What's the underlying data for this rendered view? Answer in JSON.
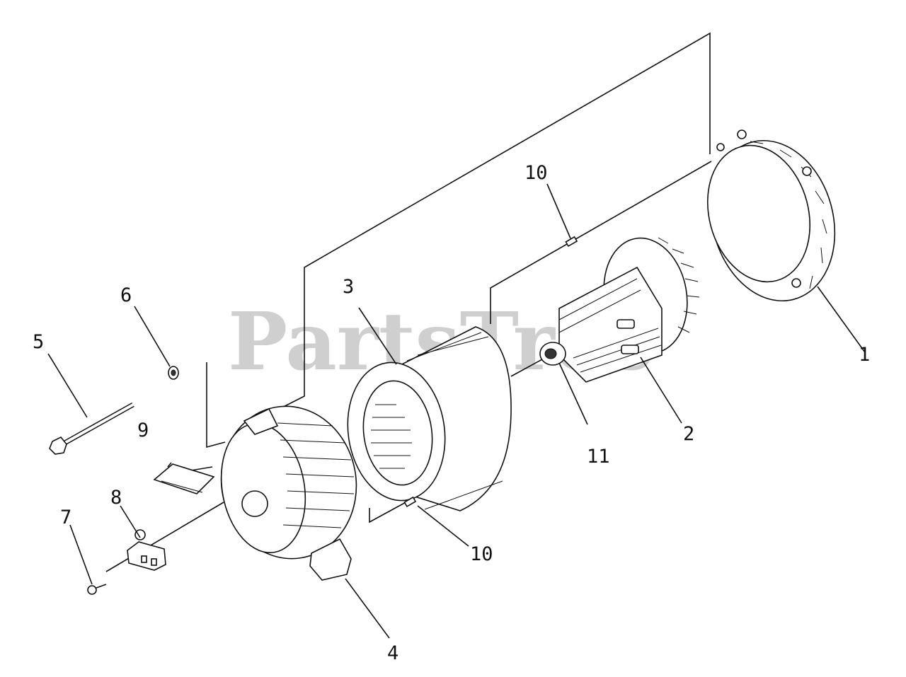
{
  "watermark": "PartsTree",
  "callouts": {
    "c1": "1",
    "c2": "2",
    "c3": "3",
    "c4": "4",
    "c5": "5",
    "c6": "6",
    "c7": "7",
    "c8": "8",
    "c9": "9",
    "c10_top": "10",
    "c10_bottom": "10",
    "c11": "11"
  }
}
